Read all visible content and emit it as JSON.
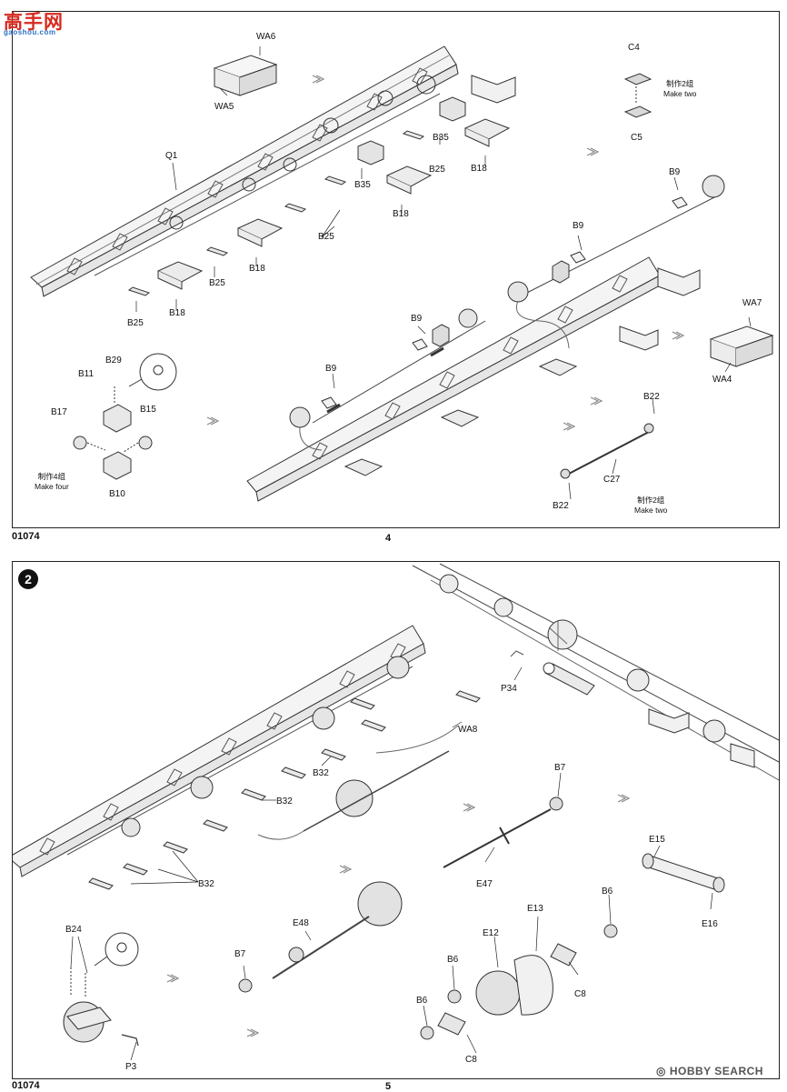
{
  "watermark": {
    "site": "高手网",
    "url": "gaoshou.com",
    "brand": "HOBBY SEARCH",
    "colors": {
      "site": "#d62a20",
      "url": "#2c72c8",
      "brand": "#555555"
    }
  },
  "page_top": {
    "product_code": "01074",
    "page_number": "4",
    "labels": {
      "WA6": "WA6",
      "WA5": "WA5",
      "Q1": "Q1",
      "B35a": "B35",
      "B35b": "B35",
      "B25a": "B25",
      "B25b": "B25",
      "B25c": "B25",
      "B25d": "B25",
      "B18a": "B18",
      "B18b": "B18",
      "B18c": "B18",
      "B18d": "B18",
      "C4": "C4",
      "C5": "C5",
      "B9a": "B9",
      "B9b": "B9",
      "B9c": "B9",
      "B9d": "B9",
      "WA7": "WA7",
      "WA4": "WA4",
      "B29": "B29",
      "B11": "B11",
      "B17": "B17",
      "B15": "B15",
      "B10": "B10",
      "B22a": "B22",
      "B22b": "B22",
      "C27": "C27"
    },
    "notes": {
      "make_two_a_cn": "制作2组",
      "make_two_a_en": "Make two",
      "make_four_cn": "制作4组",
      "make_four_en": "Make four",
      "make_two_b_cn": "制作2组",
      "make_two_b_en": "Make two"
    }
  },
  "page_bottom": {
    "step_number": "2",
    "product_code": "01074",
    "page_number": "5",
    "labels": {
      "P34": "P34",
      "WA8": "WA8",
      "B32a": "B32",
      "B32b": "B32",
      "B32c": "B32",
      "B7a": "B7",
      "B7b": "B7",
      "E47": "E47",
      "E15": "E15",
      "E16": "E16",
      "B24": "B24",
      "E48": "E48",
      "E13": "E13",
      "E12": "E12",
      "B6a": "B6",
      "B6b": "B6",
      "B6c": "B6",
      "C8a": "C8",
      "C8b": "C8",
      "P3": "P3"
    }
  }
}
